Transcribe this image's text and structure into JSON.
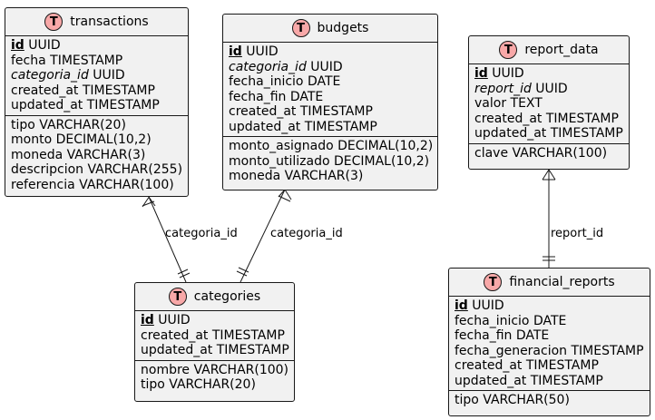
{
  "entity_badge": "T",
  "colors": {
    "entity_fill": "#f1f1f1",
    "badge_fill": "#f8a8a8",
    "stroke": "#181818"
  },
  "entities": {
    "transactions": {
      "name": "transactions",
      "keys": [
        {
          "pk": "id",
          "type": " UUID"
        },
        {
          "text": "fecha TIMESTAMP"
        },
        {
          "fk": "categoria_id",
          "type": " UUID"
        },
        {
          "text": "created_at TIMESTAMP"
        },
        {
          "text": "updated_at TIMESTAMP"
        }
      ],
      "fields": [
        "tipo VARCHAR(20)",
        "monto DECIMAL(10,2)",
        "moneda VARCHAR(3)",
        "descripcion VARCHAR(255)",
        "referencia VARCHAR(100)"
      ]
    },
    "budgets": {
      "name": "budgets",
      "keys": [
        {
          "pk": "id",
          "type": " UUID"
        },
        {
          "fk": "categoria_id",
          "type": " UUID"
        },
        {
          "text": "fecha_inicio DATE"
        },
        {
          "text": "fecha_fin DATE"
        },
        {
          "text": "created_at TIMESTAMP"
        },
        {
          "text": "updated_at TIMESTAMP"
        }
      ],
      "fields": [
        "monto_asignado DECIMAL(10,2)",
        "monto_utilizado DECIMAL(10,2)",
        "moneda VARCHAR(3)"
      ]
    },
    "report_data": {
      "name": "report_data",
      "keys": [
        {
          "pk": "id",
          "type": " UUID"
        },
        {
          "fk": "report_id",
          "type": " UUID"
        },
        {
          "text": "valor TEXT"
        },
        {
          "text": "created_at TIMESTAMP"
        },
        {
          "text": "updated_at TIMESTAMP"
        }
      ],
      "fields": [
        "clave VARCHAR(100)"
      ]
    },
    "categories": {
      "name": "categories",
      "keys": [
        {
          "pk": "id",
          "type": " UUID"
        },
        {
          "text": "created_at TIMESTAMP"
        },
        {
          "text": "updated_at TIMESTAMP"
        }
      ],
      "fields": [
        "nombre VARCHAR(100)",
        "tipo VARCHAR(20)"
      ]
    },
    "financial_reports": {
      "name": "financial_reports",
      "keys": [
        {
          "pk": "id",
          "type": " UUID"
        },
        {
          "text": "fecha_inicio DATE"
        },
        {
          "text": "fecha_fin DATE"
        },
        {
          "text": "fecha_generacion TIMESTAMP"
        },
        {
          "text": "created_at TIMESTAMP"
        },
        {
          "text": "updated_at TIMESTAMP"
        }
      ],
      "fields": [
        "tipo VARCHAR(50)"
      ]
    }
  },
  "relationships": [
    {
      "from": "transactions",
      "to": "categories",
      "label": "categoria_id"
    },
    {
      "from": "budgets",
      "to": "categories",
      "label": "categoria_id"
    },
    {
      "from": "report_data",
      "to": "financial_reports",
      "label": "report_id"
    }
  ]
}
